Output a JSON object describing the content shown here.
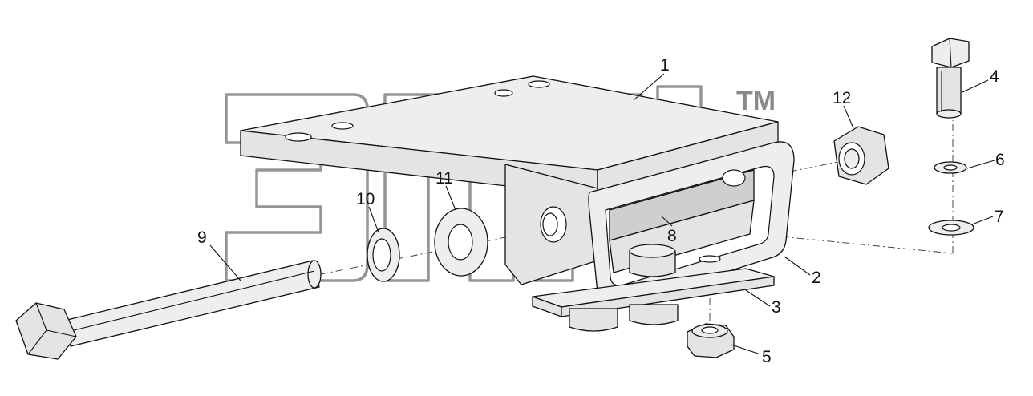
{
  "watermark": {
    "trademark": "TM"
  },
  "callouts": {
    "c1": "1",
    "c2": "2",
    "c3": "3",
    "c4": "4",
    "c5": "5",
    "c6": "6",
    "c7": "7",
    "c8": "8",
    "c9": "9",
    "c10": "10",
    "c11": "11",
    "c12": "12"
  },
  "colors": {
    "line": "#111111",
    "fill": "#e4e4e4",
    "watermark": "#8a8a8a"
  }
}
